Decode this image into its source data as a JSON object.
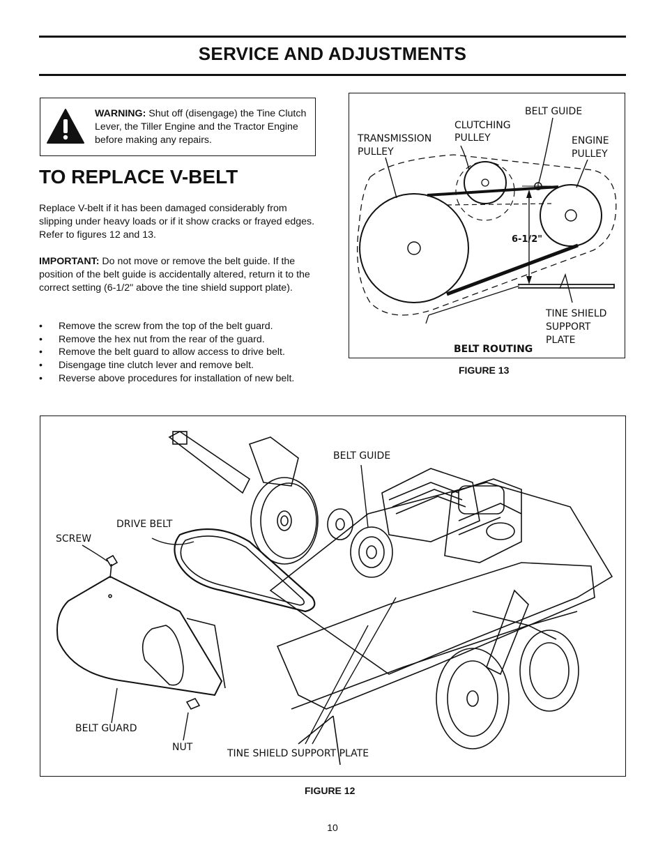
{
  "header": {
    "title": "SERVICE AND ADJUSTMENTS"
  },
  "warning": {
    "label": "WARNING:",
    "text": " Shut off (disengage) the Tine Clutch Lever, the Tiller Engine and the Tractor Engine before making any repairs."
  },
  "section": {
    "title": "TO REPLACE V-BELT",
    "intro": "Replace V-belt if it has been damaged considerably from slipping under heavy loads or if it show cracks or frayed edges. Refer to figures 12 and 13.",
    "important_label": "IMPORTANT:",
    "important_text": "  Do not move or remove the belt guide. If the position of the belt guide is accidentally altered, return it to the correct setting (6-1/2\" above the tine shield support plate).",
    "bullet_symbol": "•",
    "steps": [
      "Remove the screw from the top of the belt guard.",
      "Remove the hex nut from the rear of the guard.",
      "Remove the belt guard to allow access to drive belt.",
      "Disengage tine clutch lever and remove belt.",
      "Reverse above procedures for installation of new belt."
    ]
  },
  "figure13": {
    "caption": "FIGURE 13",
    "labels": {
      "belt_guide": "BELT GUIDE",
      "clutching_1": "CLUTCHING",
      "clutching_2": "PULLEY",
      "transmission_1": "TRANSMISSION",
      "transmission_2": "PULLEY",
      "engine_1": "ENGINE",
      "engine_2": "PULLEY",
      "measure": "6-1/2\"",
      "tine_1": "TINE SHIELD",
      "tine_2": "SUPPORT",
      "tine_3": "PLATE",
      "belt_routing": "BELT ROUTING"
    }
  },
  "figure12": {
    "caption": "FIGURE 12",
    "labels": {
      "belt_guide": "BELT GUIDE",
      "drive_belt": "DRIVE BELT",
      "screw": "SCREW",
      "belt_guard": "BELT GUARD",
      "nut": "NUT",
      "tine_shield": "TINE SHIELD SUPPORT PLATE"
    }
  },
  "page_number": "10"
}
